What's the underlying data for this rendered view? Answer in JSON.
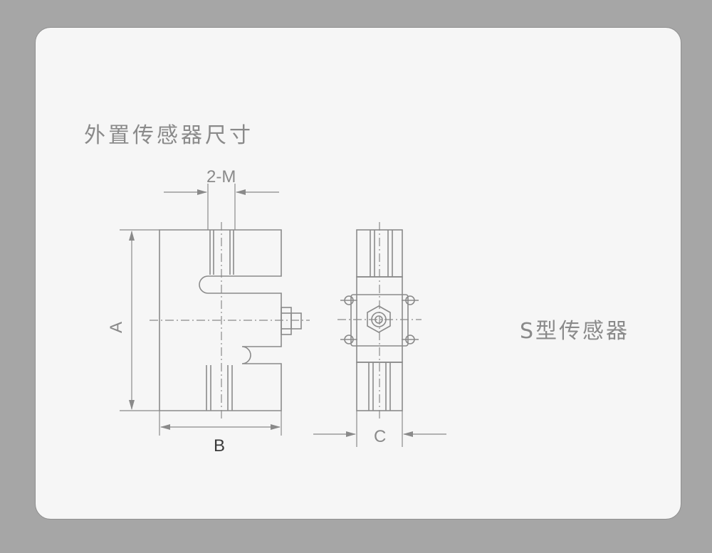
{
  "title": "外置传感器尺寸",
  "side_label": "S型传感器",
  "dimensions": {
    "top": "2-M",
    "height": "A",
    "width": "B",
    "depth": "C"
  },
  "colors": {
    "background": "#a6a6a6",
    "card": "#f6f6f6",
    "line": "#8a8a8a",
    "text": "#8a8a8a"
  }
}
